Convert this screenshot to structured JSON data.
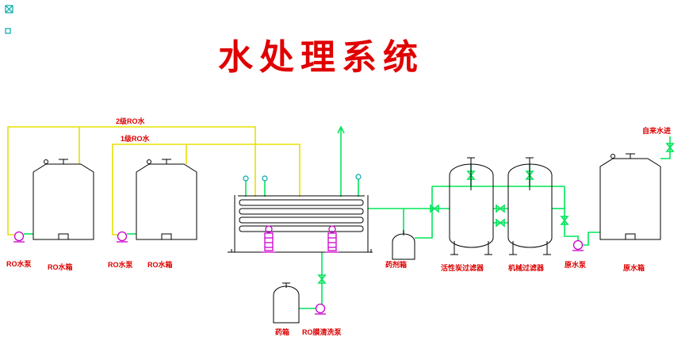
{
  "title": "水处理系统",
  "colors": {
    "background": "#ffffff",
    "title_red": "#e00000",
    "label_red": "#dd0000",
    "pipe_green": "#00e55a",
    "pipe_yellow": "#e8e000",
    "pump_magenta": "#cc00cc",
    "instrument_teal": "#00a8a8",
    "line_black": "#000000"
  },
  "icons": {
    "pump_icon": "circle-with-base",
    "valve_icon": "bowtie",
    "gauge_icon": "small-circle",
    "flow_arrow_icon": "triangle"
  },
  "pipe_annotations": [
    {
      "id": "ro-stage2",
      "label": "2级RO水"
    },
    {
      "id": "ro-stage1",
      "label": "1级RO水"
    },
    {
      "id": "tap-water-in",
      "label": "自来水进"
    }
  ],
  "equipment": [
    {
      "id": "ro-pump-1",
      "label": "RO水泵"
    },
    {
      "id": "ro-tank-1",
      "label": "RO水箱"
    },
    {
      "id": "ro-pump-2",
      "label": "RO水泵"
    },
    {
      "id": "ro-tank-2",
      "label": "RO水箱"
    },
    {
      "id": "dosing-tank",
      "label": "药剂箱"
    },
    {
      "id": "carbon-filter",
      "label": "活性炭过滤器"
    },
    {
      "id": "mechanical-filter",
      "label": "机械过滤器"
    },
    {
      "id": "raw-water-pump",
      "label": "原水泵"
    },
    {
      "id": "raw-water-tank",
      "label": "原水箱"
    },
    {
      "id": "chemical-box",
      "label": "药箱"
    },
    {
      "id": "ro-cleaning-pump",
      "label": "RO膜清洗泵"
    }
  ]
}
